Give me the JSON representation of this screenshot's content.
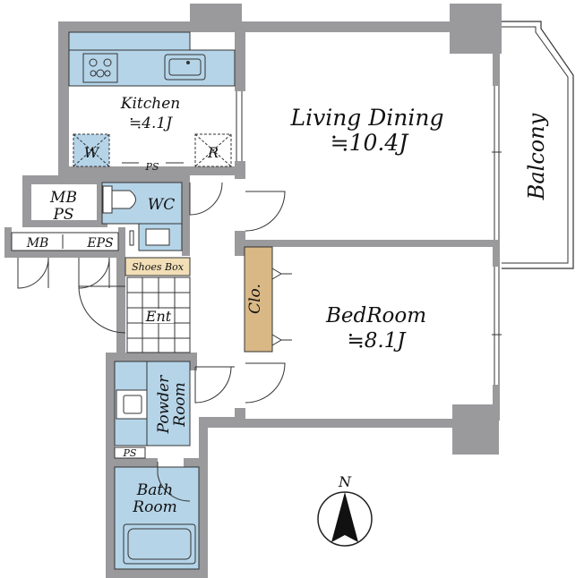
{
  "rooms": {
    "kitchen": "Kitchen",
    "kitchen_size": "≒4.1J",
    "living": "Living Dining",
    "living_size": "≒10.4J",
    "bedroom": "BedRoom",
    "bedroom_size": "≒8.1J",
    "balcony": "Balcony",
    "wc": "WC",
    "mbps_1": "MB",
    "mbps_2": "PS",
    "mb": "MB",
    "eps": "EPS",
    "shoes_box": "Shoes Box",
    "entrance": "Ent",
    "closet": "Clo.",
    "powder_1": "Powder",
    "powder_2": "Room",
    "bath_1": "Bath",
    "bath_2": "Room",
    "ps_kitchen": "PS",
    "ps_powder": "PS",
    "washer": "W",
    "fridge": "R"
  },
  "compass": {
    "label": "N"
  },
  "colors": {
    "wall": "#9a9a9d",
    "wet_area": "#b5d4e8",
    "shoes_box": "#f2dfb7",
    "closet": "#d9b886"
  }
}
